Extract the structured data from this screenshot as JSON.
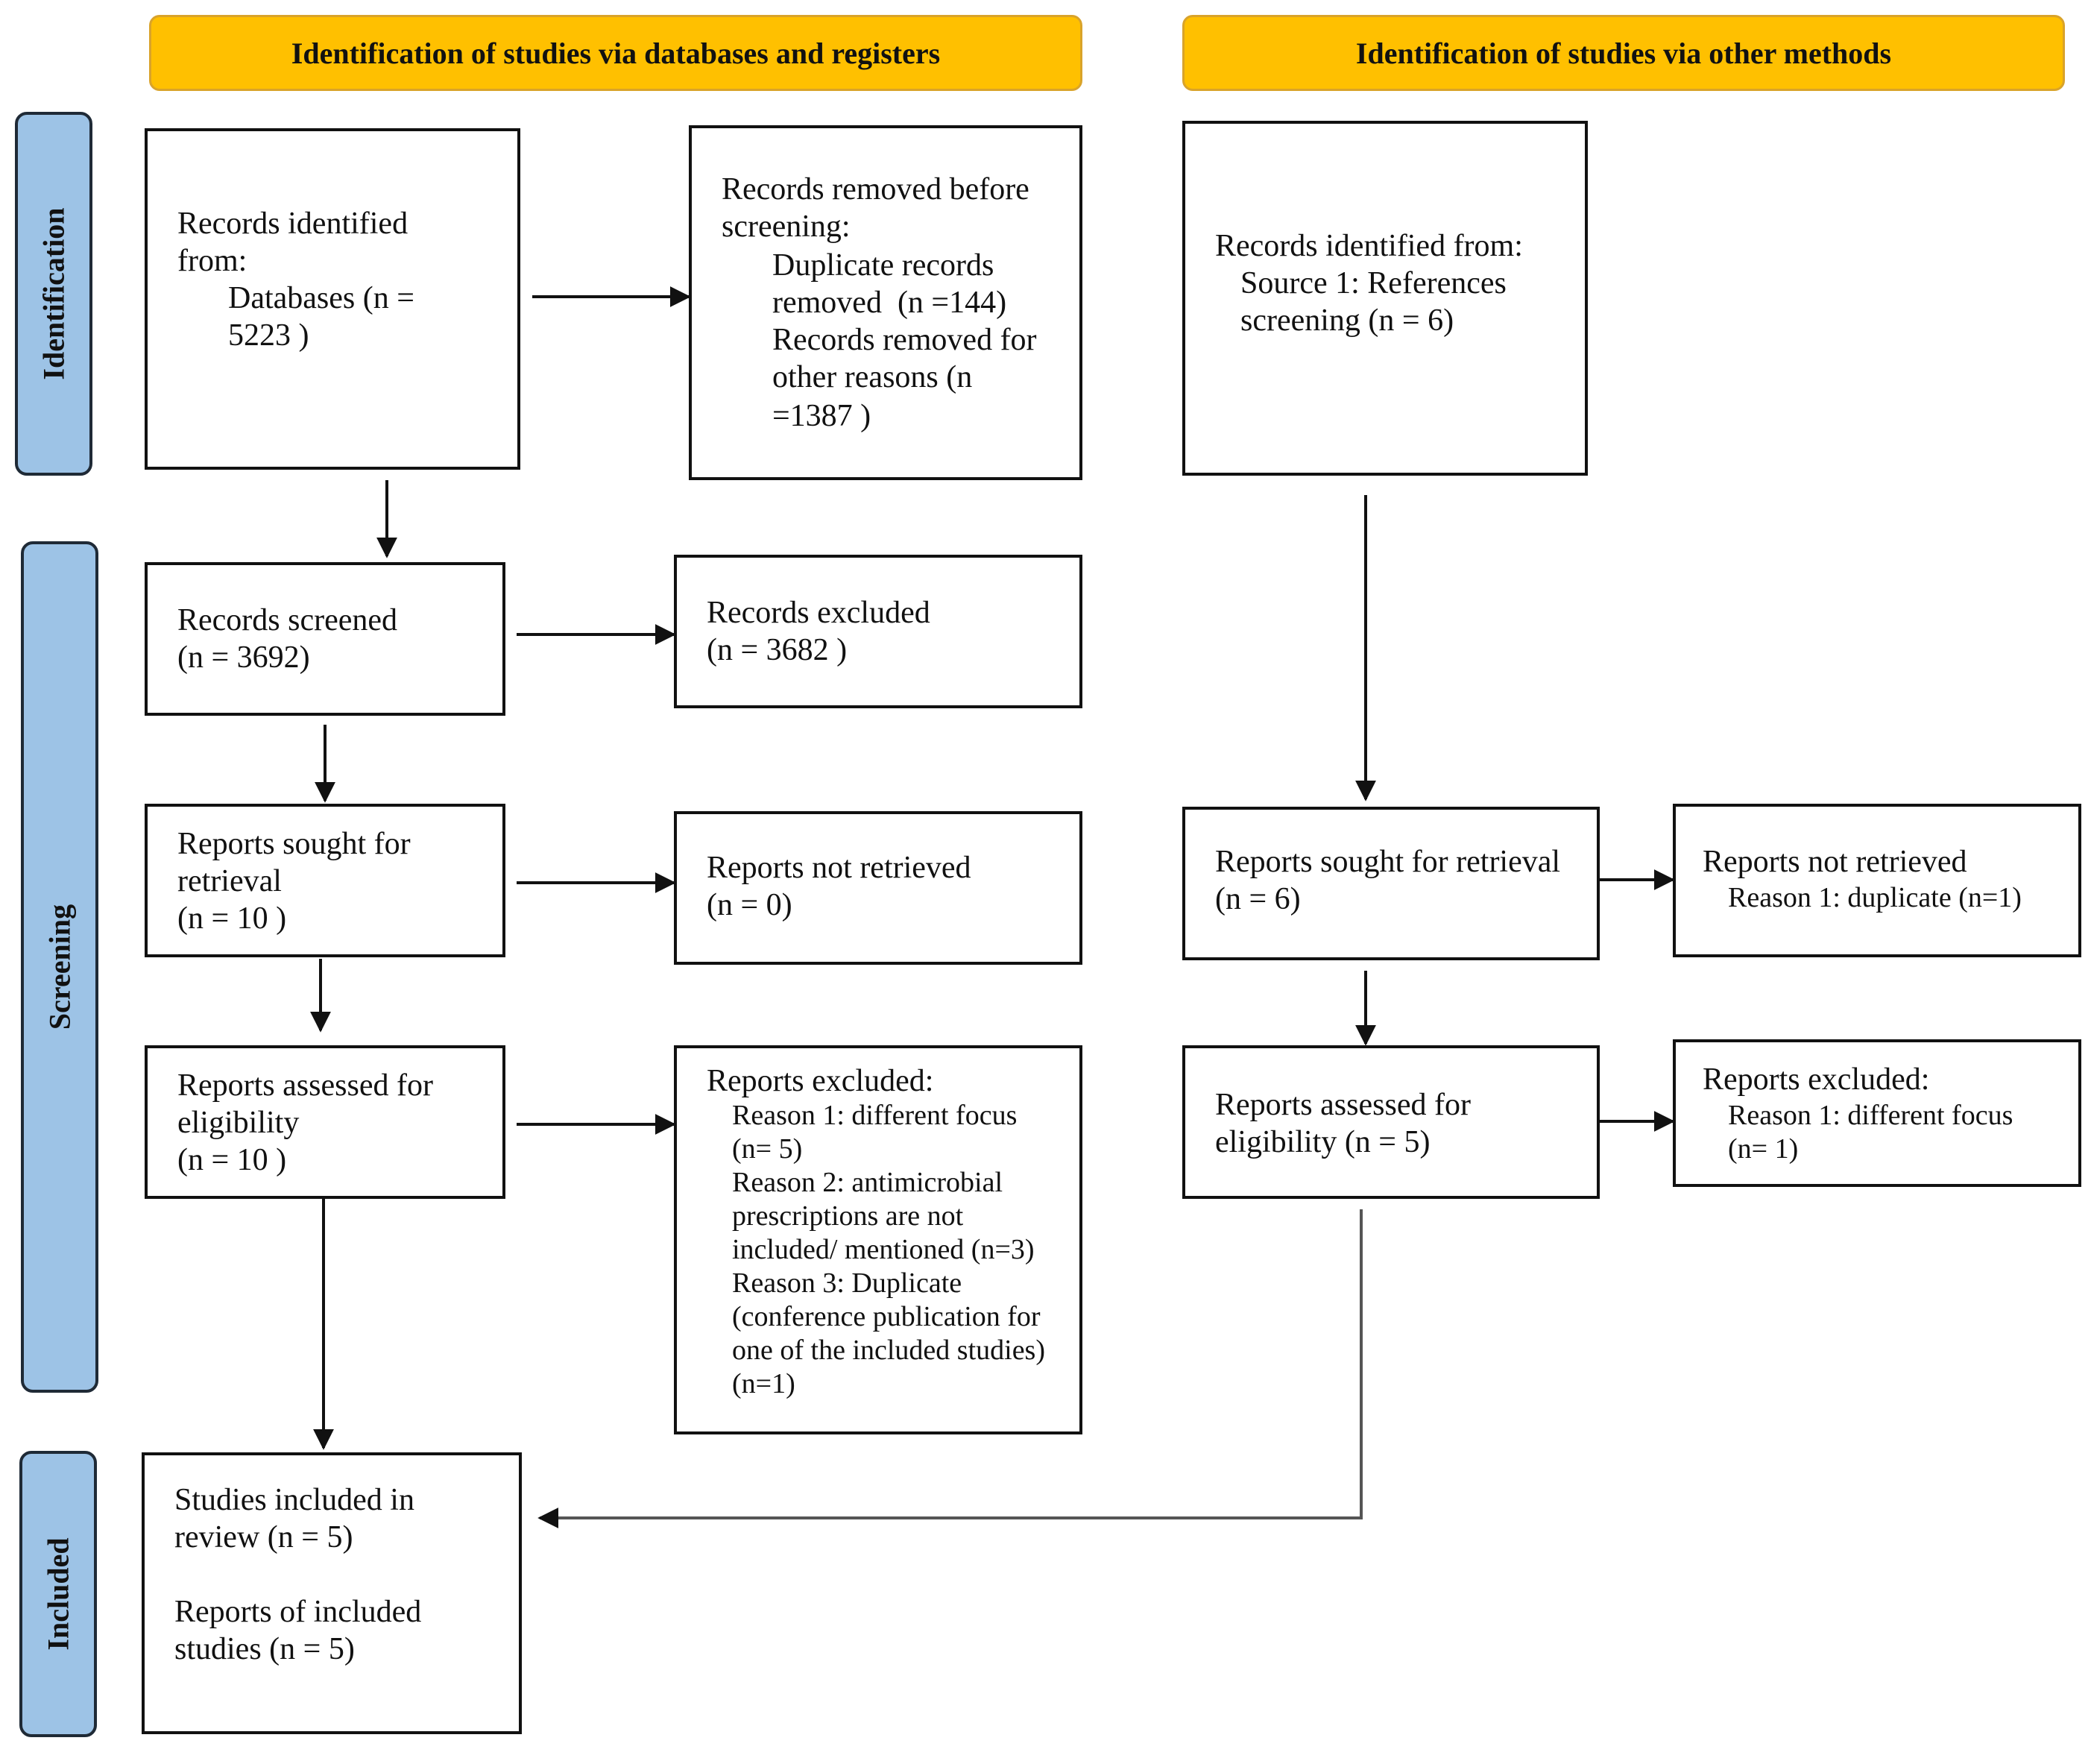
{
  "headers": {
    "left": "Identification of studies via databases and registers",
    "right": "Identification of studies via other methods"
  },
  "phases": {
    "identification": "Identification",
    "screening": "Screening",
    "included": "Included"
  },
  "left": {
    "records_identified": {
      "line1": "Records identified",
      "line2": "from:",
      "line3": "Databases (n =",
      "line4": "5223 )"
    },
    "records_removed": {
      "line1": "Records removed before",
      "line2": "screening:",
      "line3": "Duplicate records",
      "line4": "removed  (n =144)",
      "line5": "Records removed for",
      "line6": "other reasons (n",
      "line7": "=1387 )"
    },
    "records_screened": {
      "line1": "Records screened",
      "line2": "(n = 3692)"
    },
    "records_excluded": {
      "line1": "Records excluded",
      "line2": "(n = 3682 )"
    },
    "reports_sought": {
      "line1": "Reports sought for",
      "line2": "retrieval",
      "line3": "(n = 10 )"
    },
    "reports_not_retrieved": {
      "line1": "Reports not retrieved",
      "line2": "(n = 0)"
    },
    "reports_assessed": {
      "line1": "Reports assessed for",
      "line2": "eligibility",
      "line3": "(n = 10 )"
    },
    "reports_excluded": {
      "line1": "Reports excluded:",
      "line2": "Reason 1: different focus",
      "line3": "(n= 5)",
      "line4": "Reason 2: antimicrobial",
      "line5": "prescriptions are not",
      "line6": "included/ mentioned (n=3)",
      "line7": "Reason 3: Duplicate",
      "line8": "(conference publication for",
      "line9": "one of the included studies)",
      "line10": "(n=1)"
    },
    "studies_included": {
      "line1": "Studies included in",
      "line2": "review (n = 5)",
      "line3": "Reports of included",
      "line4": "studies (n = 5)"
    }
  },
  "right": {
    "records_identified": {
      "line1": "Records identified from:",
      "line2": "Source 1: References",
      "line3": "screening (n = 6)"
    },
    "reports_sought": {
      "line1": "Reports sought for retrieval",
      "line2": "(n = 6)"
    },
    "reports_not_retrieved": {
      "line1": "Reports not retrieved",
      "line2": "Reason 1: duplicate (n=1)"
    },
    "reports_assessed": {
      "line1": "Reports assessed for",
      "line2": "eligibility (n = 5)"
    },
    "reports_excluded": {
      "line1": "Reports excluded:",
      "line2": "Reason 1: different focus",
      "line3": "(n= 1)"
    }
  },
  "colors": {
    "banner": "#ffc000",
    "phase": "#9dc3e6"
  }
}
